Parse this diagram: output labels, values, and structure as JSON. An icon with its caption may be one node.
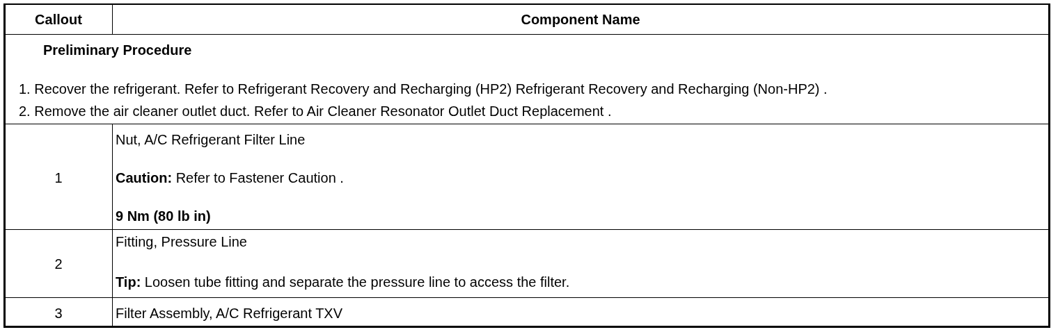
{
  "diagram": {
    "labels": [
      "Callout",
      "Component Name",
      "Preliminary Procedure",
      "1. Recover the refrigerant. Refer to Refrigerant Recovery and Recharging (HP2) Refrigerant Recovery and Recharging (Non-HP2) .",
      "2. Remove the air cleaner outlet duct. Refer to Air Cleaner Resonator Outlet Duct Replacement .",
      "1",
      "Nut, A/C Refrigerant Filter Line",
      "**Caution:** Refer to Fastener Caution .",
      "9 Nm (80 lb in)",
      "2",
      "Fitting, Pressure Line",
      "**Tip:** Loosen tube fitting and separate the pressure line to access the filter.",
      "3",
      "Filter Assembly, A/C Refrigerant TXV"
    ]
  }
}
